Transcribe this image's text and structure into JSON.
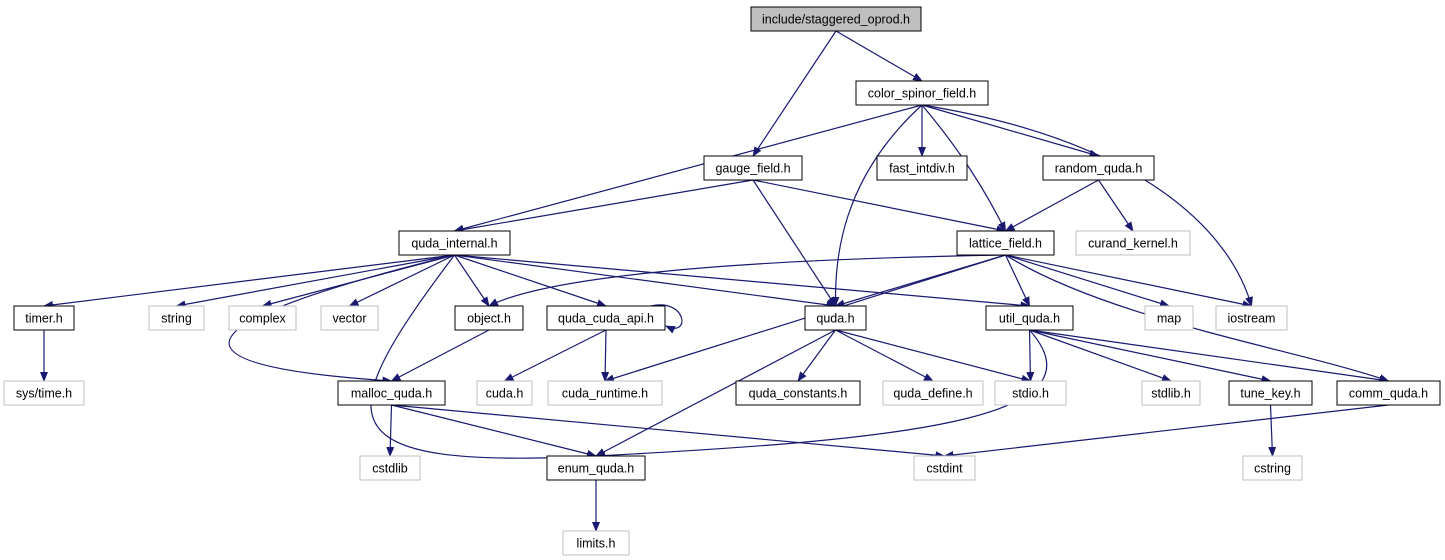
{
  "colors": {
    "edge": "#191970",
    "root_fill": "#bfbfbf",
    "node_border": "#000000",
    "external_border": "#bfbfbf",
    "node_fill": "#ffffff"
  },
  "nodes": [
    {
      "id": "staggered_oprod",
      "label": "include/staggered_oprod.h",
      "kind": "root"
    },
    {
      "id": "color_spinor_field",
      "label": "color_spinor_field.h",
      "kind": "local"
    },
    {
      "id": "gauge_field",
      "label": "gauge_field.h",
      "kind": "local"
    },
    {
      "id": "fast_intdiv",
      "label": "fast_intdiv.h",
      "kind": "local"
    },
    {
      "id": "random_quda",
      "label": "random_quda.h",
      "kind": "local"
    },
    {
      "id": "quda_internal",
      "label": "quda_internal.h",
      "kind": "local"
    },
    {
      "id": "lattice_field",
      "label": "lattice_field.h",
      "kind": "local"
    },
    {
      "id": "curand_kernel",
      "label": "curand_kernel.h",
      "kind": "external"
    },
    {
      "id": "timer",
      "label": "timer.h",
      "kind": "local"
    },
    {
      "id": "string",
      "label": "string",
      "kind": "external"
    },
    {
      "id": "complex",
      "label": "complex",
      "kind": "external"
    },
    {
      "id": "vector",
      "label": "vector",
      "kind": "external"
    },
    {
      "id": "object",
      "label": "object.h",
      "kind": "local"
    },
    {
      "id": "quda_cuda_api",
      "label": "quda_cuda_api.h",
      "kind": "local"
    },
    {
      "id": "quda",
      "label": "quda.h",
      "kind": "local"
    },
    {
      "id": "util_quda",
      "label": "util_quda.h",
      "kind": "local"
    },
    {
      "id": "map",
      "label": "map",
      "kind": "external"
    },
    {
      "id": "iostream",
      "label": "iostream",
      "kind": "external"
    },
    {
      "id": "sys_time",
      "label": "sys/time.h",
      "kind": "external"
    },
    {
      "id": "malloc_quda",
      "label": "malloc_quda.h",
      "kind": "local"
    },
    {
      "id": "cuda",
      "label": "cuda.h",
      "kind": "external"
    },
    {
      "id": "cuda_runtime",
      "label": "cuda_runtime.h",
      "kind": "external"
    },
    {
      "id": "quda_constants",
      "label": "quda_constants.h",
      "kind": "local"
    },
    {
      "id": "quda_define",
      "label": "quda_define.h",
      "kind": "external"
    },
    {
      "id": "stdio",
      "label": "stdio.h",
      "kind": "external"
    },
    {
      "id": "stdlib",
      "label": "stdlib.h",
      "kind": "external"
    },
    {
      "id": "tune_key",
      "label": "tune_key.h",
      "kind": "local"
    },
    {
      "id": "comm_quda",
      "label": "comm_quda.h",
      "kind": "local"
    },
    {
      "id": "cstdlib",
      "label": "cstdlib",
      "kind": "external"
    },
    {
      "id": "enum_quda",
      "label": "enum_quda.h",
      "kind": "local"
    },
    {
      "id": "cstdint",
      "label": "cstdint",
      "kind": "external"
    },
    {
      "id": "cstring",
      "label": "cstring",
      "kind": "external"
    },
    {
      "id": "limits",
      "label": "limits.h",
      "kind": "external"
    }
  ],
  "edges": [
    {
      "from": "staggered_oprod",
      "to": "color_spinor_field"
    },
    {
      "from": "staggered_oprod",
      "to": "gauge_field"
    },
    {
      "from": "color_spinor_field",
      "to": "quda_internal"
    },
    {
      "from": "color_spinor_field",
      "to": "quda"
    },
    {
      "from": "color_spinor_field",
      "to": "fast_intdiv"
    },
    {
      "from": "color_spinor_field",
      "to": "lattice_field"
    },
    {
      "from": "color_spinor_field",
      "to": "random_quda"
    },
    {
      "from": "color_spinor_field",
      "to": "iostream"
    },
    {
      "from": "gauge_field",
      "to": "quda_internal"
    },
    {
      "from": "gauge_field",
      "to": "quda"
    },
    {
      "from": "gauge_field",
      "to": "lattice_field"
    },
    {
      "from": "random_quda",
      "to": "lattice_field"
    },
    {
      "from": "random_quda",
      "to": "curand_kernel"
    },
    {
      "from": "quda_internal",
      "to": "timer"
    },
    {
      "from": "quda_internal",
      "to": "malloc_quda"
    },
    {
      "from": "quda_internal",
      "to": "string"
    },
    {
      "from": "quda_internal",
      "to": "complex"
    },
    {
      "from": "quda_internal",
      "to": "vector"
    },
    {
      "from": "quda_internal",
      "to": "enum_quda"
    },
    {
      "from": "quda_internal",
      "to": "object"
    },
    {
      "from": "quda_internal",
      "to": "quda_cuda_api"
    },
    {
      "from": "quda_internal",
      "to": "quda"
    },
    {
      "from": "quda_internal",
      "to": "util_quda"
    },
    {
      "from": "lattice_field",
      "to": "object"
    },
    {
      "from": "lattice_field",
      "to": "cuda_runtime"
    },
    {
      "from": "lattice_field",
      "to": "quda"
    },
    {
      "from": "lattice_field",
      "to": "util_quda"
    },
    {
      "from": "lattice_field",
      "to": "map"
    },
    {
      "from": "lattice_field",
      "to": "iostream"
    },
    {
      "from": "lattice_field",
      "to": "comm_quda"
    },
    {
      "from": "timer",
      "to": "sys_time"
    },
    {
      "from": "object",
      "to": "malloc_quda"
    },
    {
      "from": "quda_cuda_api",
      "to": "cuda"
    },
    {
      "from": "quda_cuda_api",
      "to": "cuda_runtime"
    },
    {
      "from": "quda_cuda_api",
      "to": "quda_cuda_api"
    },
    {
      "from": "quda",
      "to": "enum_quda"
    },
    {
      "from": "quda",
      "to": "quda_constants"
    },
    {
      "from": "quda",
      "to": "quda_define"
    },
    {
      "from": "quda",
      "to": "stdio"
    },
    {
      "from": "util_quda",
      "to": "stdio"
    },
    {
      "from": "util_quda",
      "to": "stdlib"
    },
    {
      "from": "util_quda",
      "to": "enum_quda"
    },
    {
      "from": "util_quda",
      "to": "tune_key"
    },
    {
      "from": "util_quda",
      "to": "comm_quda"
    },
    {
      "from": "malloc_quda",
      "to": "cstdlib"
    },
    {
      "from": "malloc_quda",
      "to": "enum_quda"
    },
    {
      "from": "malloc_quda",
      "to": "cstdint"
    },
    {
      "from": "comm_quda",
      "to": "cstdint"
    },
    {
      "from": "tune_key",
      "to": "cstring"
    },
    {
      "from": "enum_quda",
      "to": "limits"
    }
  ]
}
